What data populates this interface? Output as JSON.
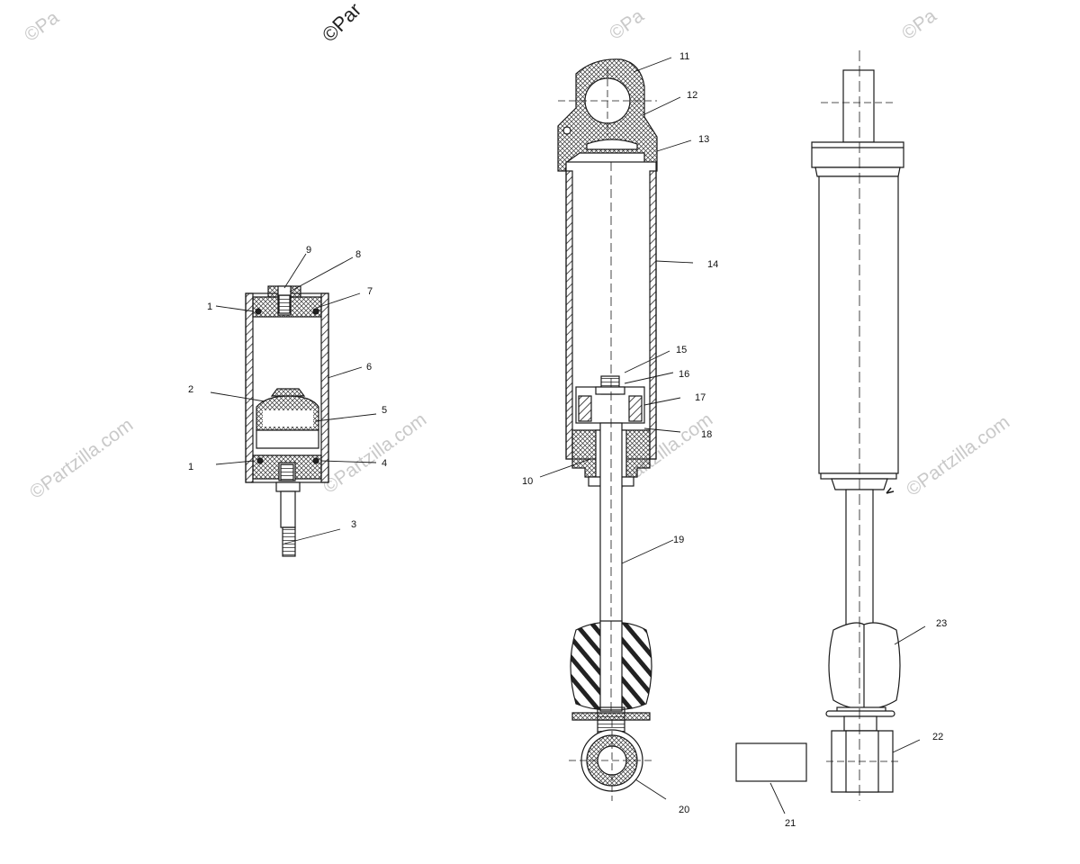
{
  "watermarks": {
    "text": "©Partzilla.com",
    "top_left": "©Pa",
    "top_center": "©Par",
    "top_mid": "©Pa",
    "top_right": "©Pa",
    "left_mid": "©Partzilla.com",
    "center": "©Partzilla.com",
    "center_right": "©Partzilla.com",
    "right": "©Partzilla.com"
  },
  "callouts": [
    "1",
    "2",
    "3",
    "4",
    "5",
    "6",
    "7",
    "8",
    "9",
    "10",
    "11",
    "12",
    "13",
    "14",
    "15",
    "16",
    "17",
    "18",
    "19",
    "20",
    "21",
    "22",
    "23"
  ],
  "callout_1b": "1",
  "colors": {
    "line": "#1a1a1a",
    "hatch": "#333333",
    "fill": "#ffffff"
  }
}
